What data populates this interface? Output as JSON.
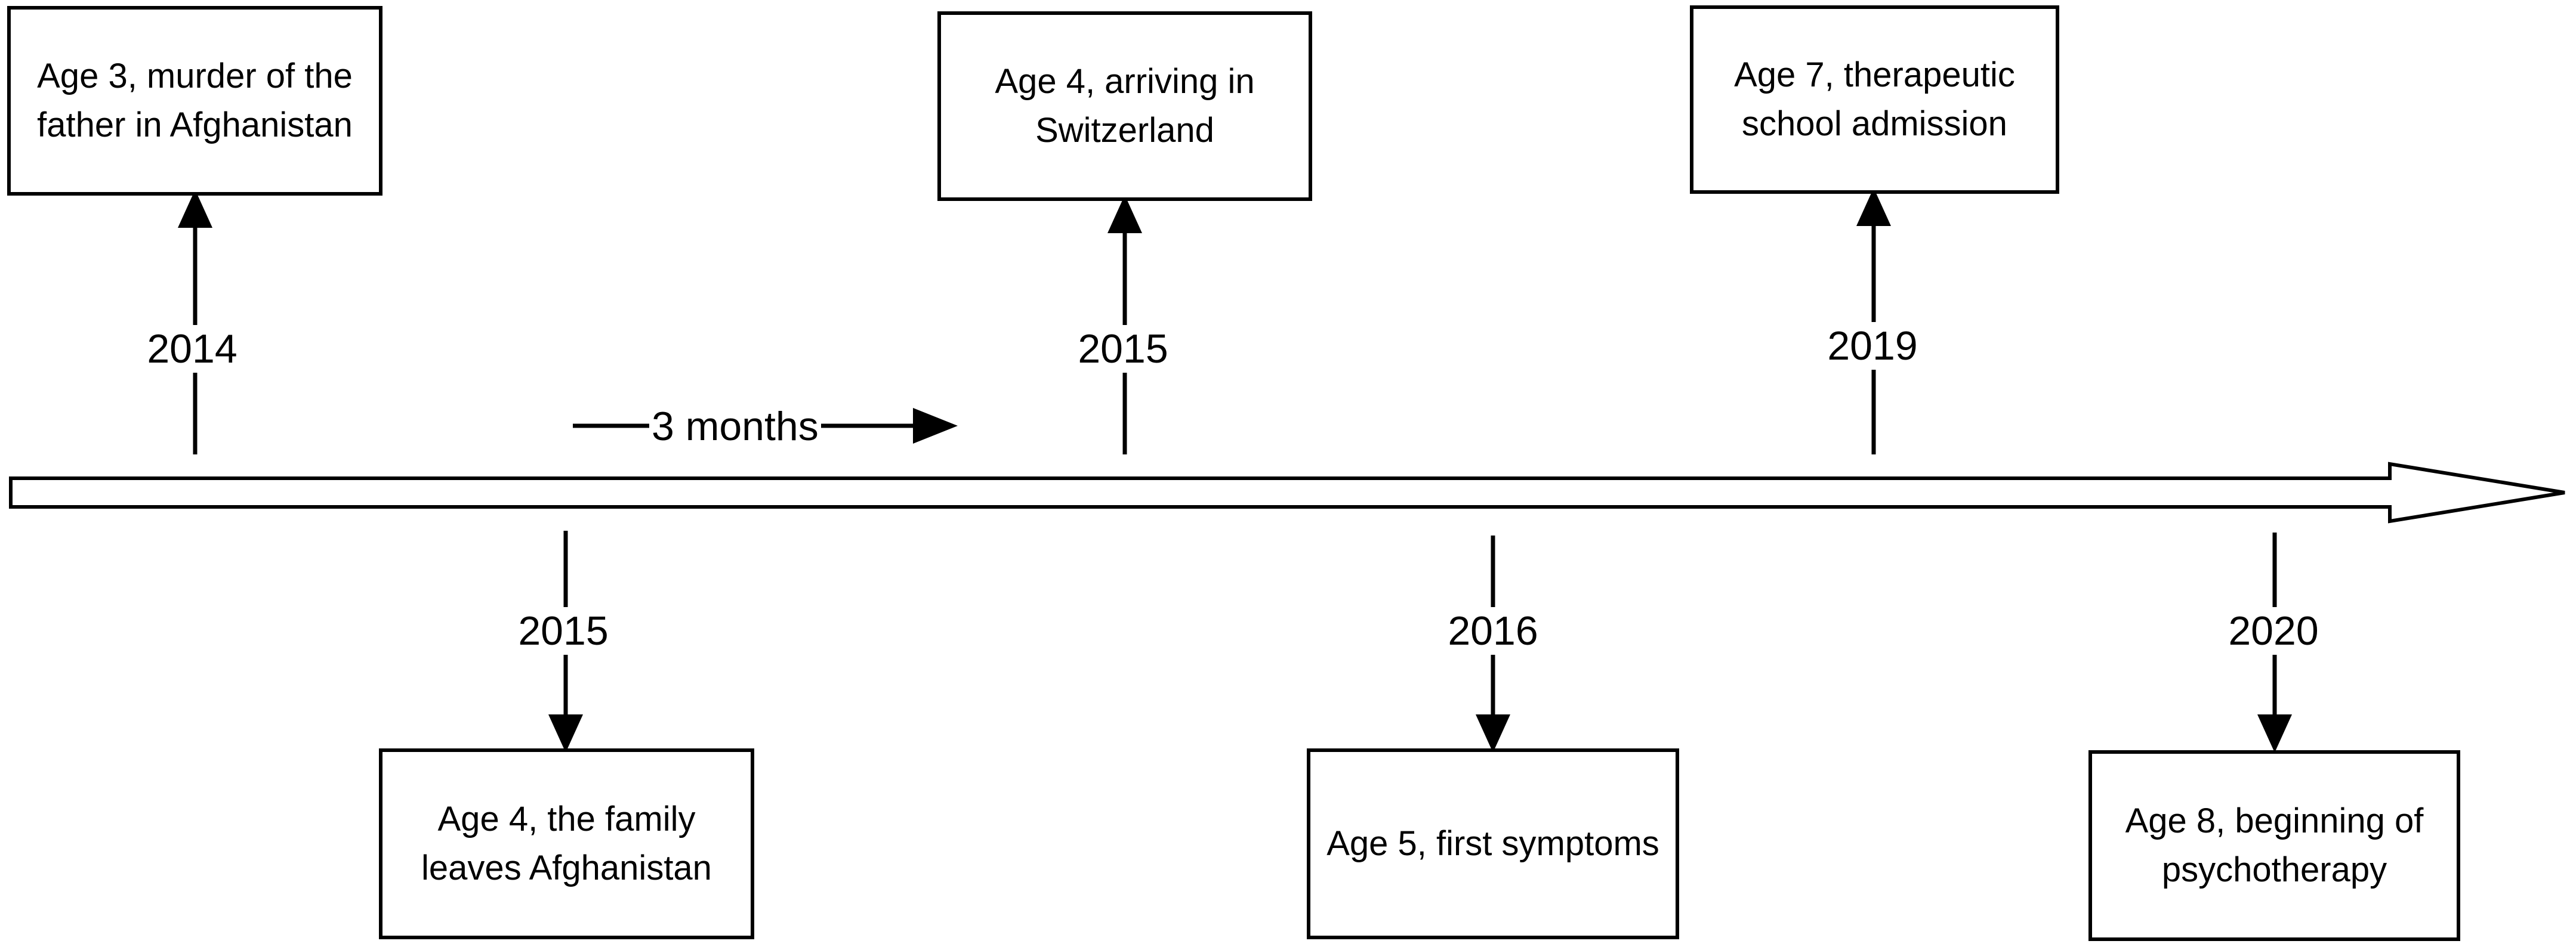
{
  "events_above": [
    {
      "text": "Age 3, murder of the father in Afghanistan",
      "year": "2014"
    },
    {
      "text": "Age 4, arriving in Switzerland",
      "year": "2015"
    },
    {
      "text": "Age 7, therapeutic school admission",
      "year": "2019"
    }
  ],
  "events_below": [
    {
      "text": "Age 4, the family leaves Afghanistan",
      "year": "2015"
    },
    {
      "text": "Age 5, first symptoms",
      "year": "2016"
    },
    {
      "text": "Age 8, beginning of psychotherapy",
      "year": "2020"
    }
  ],
  "duration": {
    "label": "3 months"
  },
  "colors": {
    "stroke": "#000000",
    "background": "#ffffff"
  }
}
